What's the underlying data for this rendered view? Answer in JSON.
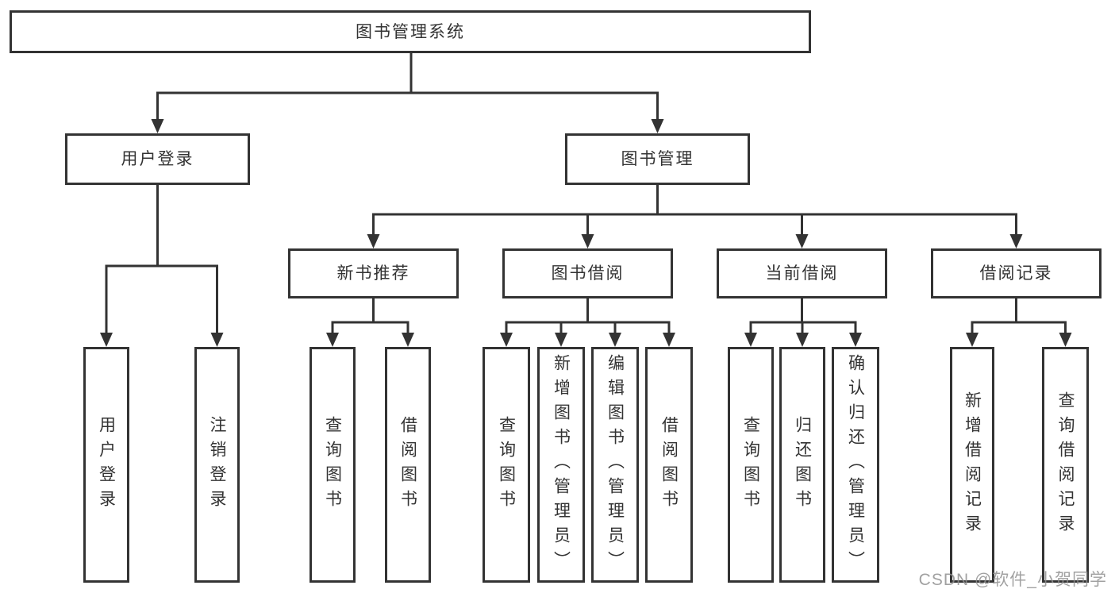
{
  "tree": {
    "root": "图书管理系统",
    "branches": [
      {
        "label": "用户登录",
        "children": [
          "用户登录",
          "注销登录"
        ]
      },
      {
        "label": "图书管理",
        "groups": [
          {
            "label": "新书推荐",
            "children": [
              "查询图书",
              "借阅图书"
            ]
          },
          {
            "label": "图书借阅",
            "children": [
              "查询图书",
              "新增图书（管理员）",
              "编辑图书（管理员）",
              "借阅图书"
            ]
          },
          {
            "label": "当前借阅",
            "children": [
              "查询图书",
              "归还图书",
              "确认归还（管理员）"
            ]
          },
          {
            "label": "借阅记录",
            "children": [
              "新增借阅记录",
              "查询借阅记录"
            ]
          }
        ]
      }
    ]
  },
  "watermark": "CSDN @软件_小贺同学",
  "colors": {
    "line": "#333333",
    "text": "#333333",
    "box_fill": "#ffffff",
    "watermark": "#919191"
  }
}
